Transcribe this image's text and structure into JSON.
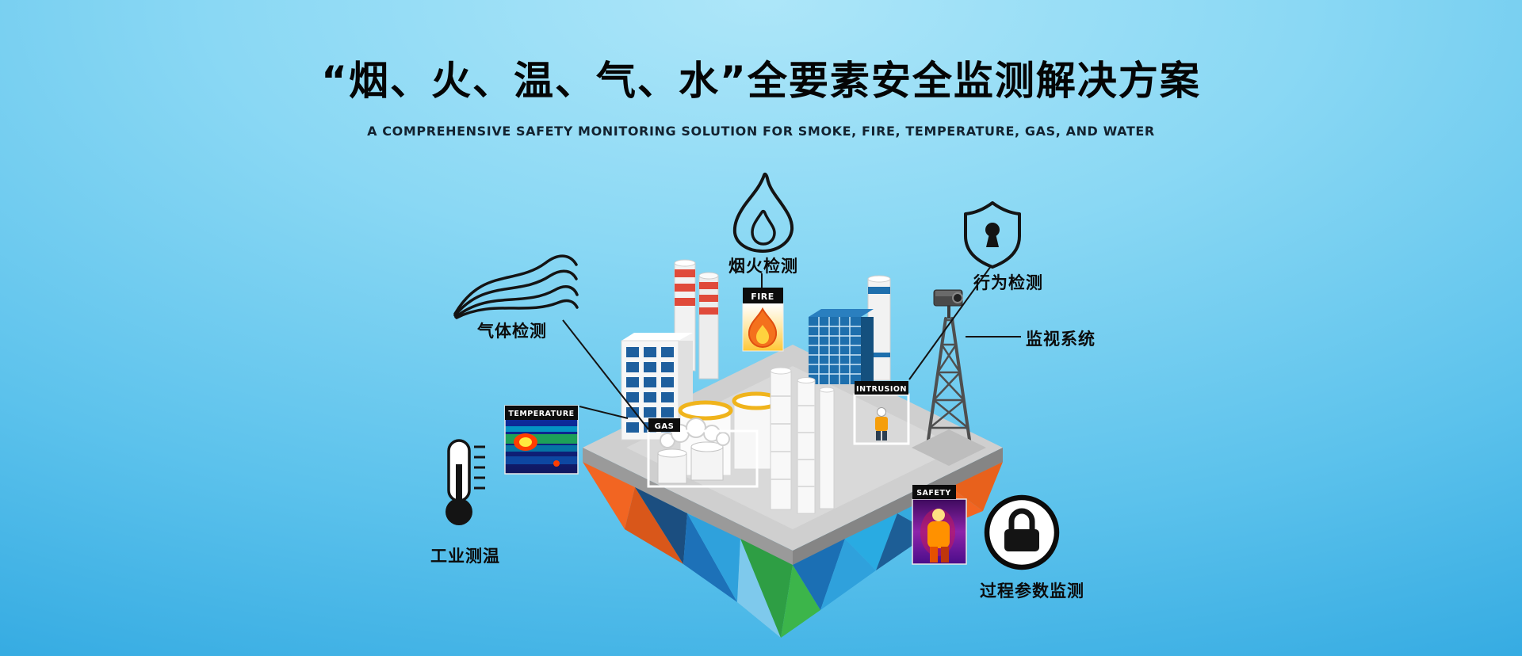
{
  "page": {
    "title": "“烟、火、温、气、水”全要素安全监测解决方案",
    "subtitle": "A COMPREHENSIVE SAFETY MONITORING SOLUTION FOR SMOKE, FIRE, TEMPERATURE, GAS, AND WATER"
  },
  "callouts": {
    "gas": {
      "label": "气体检测",
      "icon": "gas-waves-icon"
    },
    "smoke_fire": {
      "label": "烟火检测",
      "icon": "flame-icon"
    },
    "behavior": {
      "label": "行为检测",
      "icon": "shield-keyhole-icon"
    },
    "surveillance": {
      "label": "监视系统",
      "icon": "camera-tower-icon"
    },
    "industrial_temperature": {
      "label": "工业测温",
      "icon": "thermometer-icon"
    },
    "process_parameters": {
      "label": "过程参数监测",
      "icon": "lock-circle-icon"
    }
  },
  "scene_tags": {
    "temperature": "TEMPERATURE",
    "fire": "FIRE",
    "gas": "GAS",
    "intrusion": "INTRUSION",
    "safety": "SAFETY"
  },
  "colors": {
    "background_top": "#ade6f9",
    "background_bottom": "#2aa2dc",
    "title_text": "#050505",
    "platform_gray": "#cfcfcf",
    "crystal_orange": "#f26522",
    "crystal_blue": "#1d71b8",
    "crystal_light_blue": "#2fa1dc",
    "crystal_green": "#3cb54a",
    "tag_background": "#0c0c0c",
    "tag_text": "#ffffff"
  }
}
